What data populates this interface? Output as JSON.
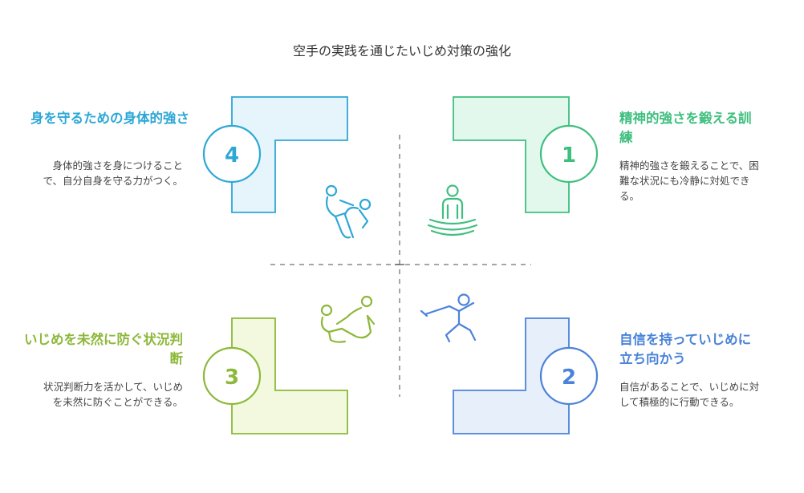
{
  "title": "空手の実践を通じたいじめ対策の強化",
  "items": [
    {
      "number": "1",
      "title": "精神的強さを鍛える訓練",
      "description": "精神的強さを鍛えることで、困難な状況にも冷静に対処できる。",
      "color": "#3fbf7f",
      "fill": "#e2f8ec",
      "icon": "meditation-icon"
    },
    {
      "number": "2",
      "title": "自信を持っていじめに立ち向かう",
      "description": "自信があることで、いじめに対して積極的に行動できる。",
      "color": "#4a83d9",
      "fill": "#e7effb",
      "icon": "fencing-icon"
    },
    {
      "number": "3",
      "title": "いじめを未然に防ぐ状況判断",
      "description": "状況判断力を活かして、いじめを未然に防ぐことができる。",
      "color": "#8db83a",
      "fill": "#f2f9df",
      "icon": "wrestling-icon"
    },
    {
      "number": "4",
      "title": "身を守るための身体的強さ",
      "description": "身体的強さを身につけることで、自分自身を守る力がつく。",
      "color": "#2ea7d6",
      "fill": "#e5f5fb",
      "icon": "martial-arts-throw-icon"
    }
  ]
}
